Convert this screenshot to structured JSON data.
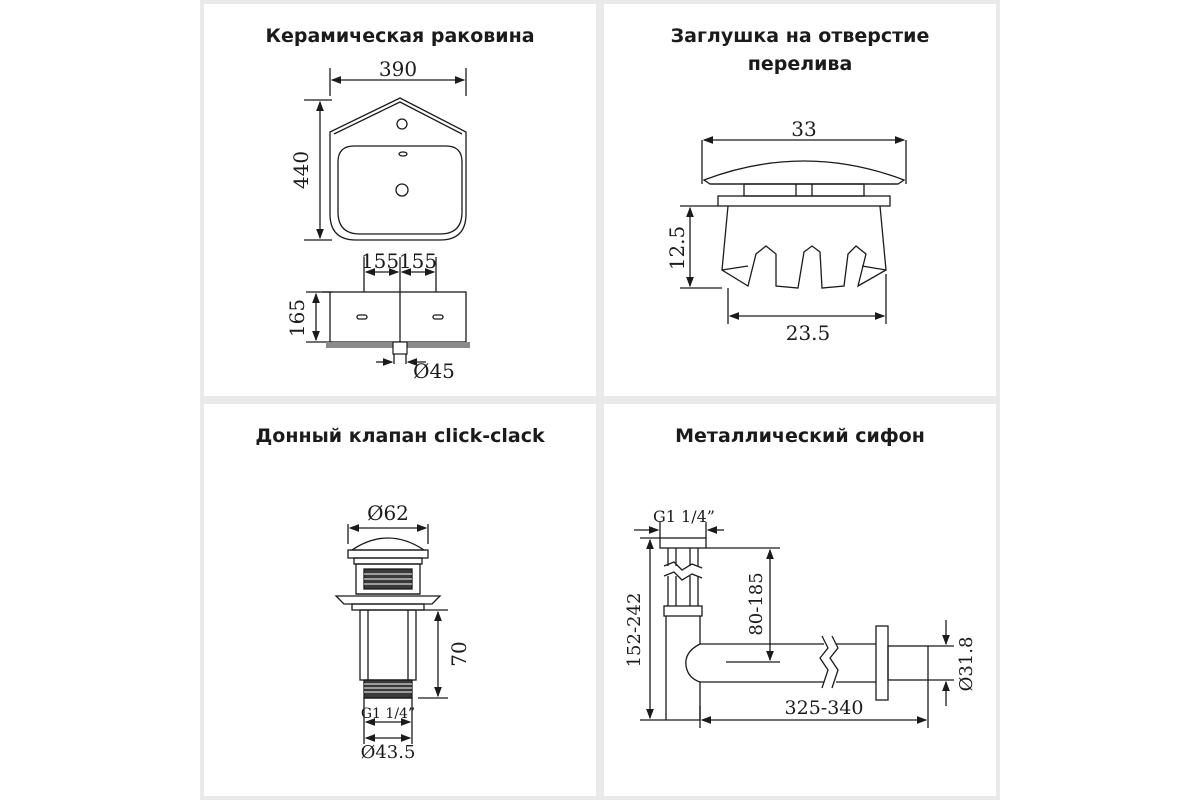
{
  "panels": {
    "sink": {
      "title": "Керамическая раковина",
      "dims": {
        "width": "390",
        "height": "440",
        "left": "155",
        "right": "155",
        "depth": "165",
        "drain": "Ø45"
      }
    },
    "overflow_cap": {
      "title_line1": "Заглушка на отверстие",
      "title_line2": "перелива",
      "dims": {
        "top": "33",
        "height": "12.5",
        "bottom": "23.5"
      }
    },
    "valve": {
      "title": "Донный клапан click-clack",
      "dims": {
        "top": "Ø62",
        "height": "70",
        "thread": "G1 1/4”",
        "bottom": "Ø43.5"
      }
    },
    "siphon": {
      "title": "Металлический сифон",
      "dims": {
        "thread": "G1 1/4”",
        "vertical": "152-242",
        "inlet": "80-185",
        "horizontal": "325-340",
        "pipe": "Ø31.8"
      }
    }
  },
  "colors": {
    "line": "#1b1b1b",
    "gray": "#8a8a8a",
    "dark": "#3a3a3a"
  }
}
